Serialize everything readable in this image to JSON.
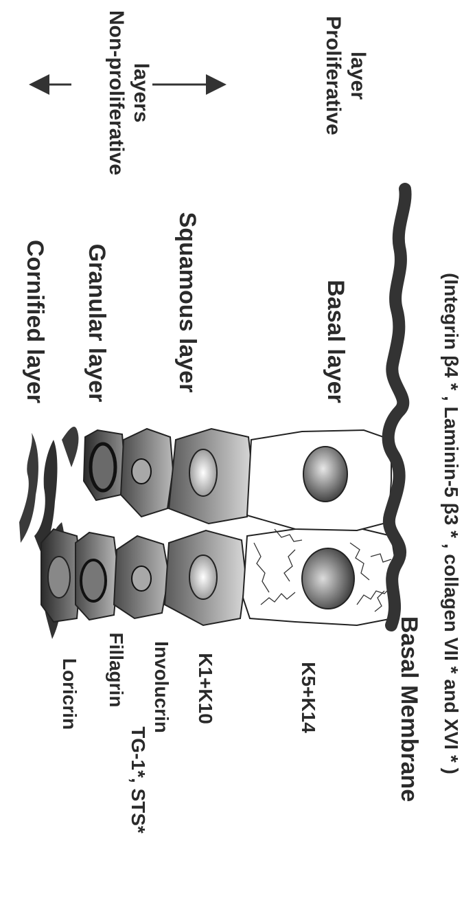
{
  "colors": {
    "ink": "#2a2a2a",
    "membrane": "#333333",
    "background": "#ffffff"
  },
  "layers": {
    "cornified": "Cornified layer",
    "granular": "Granular layer",
    "squamous": "Squamous layer",
    "basal": "Basal layer"
  },
  "markers": {
    "loricrin": "Loricrin",
    "fillagrin": "Fillagrin",
    "tg_sts": "TG-1*, STS*",
    "involucrin": "Involucrin",
    "k1k10": "K1+K10",
    "k5k14": "K5+K14"
  },
  "zones": {
    "non_proliferative_1": "Non-proliferative",
    "non_proliferative_2": "layers",
    "proliferative_1": "Proliferative",
    "proliferative_2": "layer"
  },
  "membrane": {
    "title": "Basal Membrane",
    "components": "(Integrin β4 * , Laminin-5 β3 * , collagen VII * and XVI * )"
  }
}
